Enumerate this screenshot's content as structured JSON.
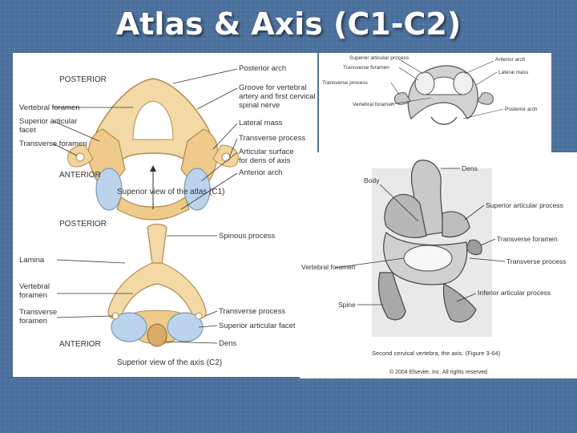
{
  "slide": {
    "title": "Atlas & Axis (C1-C2)"
  },
  "atlas": {
    "posterior": "POSTERIOR",
    "anterior": "ANTERIOR",
    "caption": "Superior view of the atlas (C1)",
    "labels": {
      "posterior_arch": "Posterior arch",
      "groove_1": "Groove for vertebral",
      "groove_2": "artery and first cervical",
      "groove_3": "spinal nerve",
      "lateral_mass": "Lateral mass",
      "transverse_process": "Transverse process",
      "articular_surface_1": "Articular surface",
      "articular_surface_2": "for dens of axis",
      "anterior_arch": "Anterior arch",
      "vertebral_foramen": "Vertebral foramen",
      "superior_articular_1": "Superior articular",
      "superior_articular_2": "facet",
      "transverse_foramen": "Transverse foramen"
    }
  },
  "axis_top": {
    "posterior": "POSTERIOR",
    "anterior": "ANTERIOR",
    "caption": "Superior view of the axis (C2)",
    "labels": {
      "spinous_process": "Spinous process",
      "lamina": "Lamina",
      "vertebral_1": "Vertebral",
      "vertebral_2": "foramen",
      "transverse_1": "Transverse",
      "transverse_2": "foramen",
      "transverse_process": "Transverse process",
      "superior_articular_facet": "Superior articular facet",
      "dens": "Dens"
    }
  },
  "atlas_small": {
    "labels": {
      "superior_articular_process": "Superior articular process",
      "transverse_foramen": "Transverse foramen",
      "transverse_process": "Transverse process",
      "vertebral_foramen": "Vertebral foramen",
      "anterior_arch": "Anterior arch",
      "lateral_mass": "Lateral mass",
      "posterior_arch": "Posterior arch"
    }
  },
  "axis_3d": {
    "labels": {
      "dens": "Dens",
      "body": "Body",
      "superior_articular_process": "Superior articular process",
      "transverse_foramen": "Transverse foramen",
      "transverse_process": "Transverse process",
      "vertebral_foramen": "Vertebral foramen",
      "inferior_articular_process": "Inferior articular process",
      "spine": "Spine"
    },
    "caption": "Second cervical vertebra, the axis. (Figure 3-64)",
    "copyright": "© 2004 Elsevier, Inc. All rights reserved."
  }
}
